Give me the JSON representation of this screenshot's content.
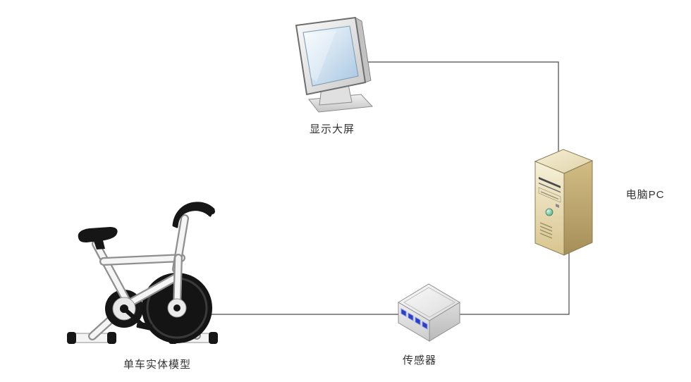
{
  "diagram": {
    "nodes": [
      {
        "id": "monitor",
        "label": "显示大屏"
      },
      {
        "id": "pc",
        "label": "电脑PC"
      },
      {
        "id": "sensor",
        "label": "传感器"
      },
      {
        "id": "bike",
        "label": "单车实体模型"
      }
    ],
    "connections": [
      {
        "from": "monitor",
        "to": "pc"
      },
      {
        "from": "pc",
        "to": "sensor"
      },
      {
        "from": "sensor",
        "to": "bike"
      }
    ]
  },
  "colors": {
    "background": "#ffffff",
    "connector": "#4a4a4a",
    "label_text": "#333333",
    "monitor_screen": "#bdd6ea",
    "pc_front": "#efe3bd",
    "pc_side": "#b89e67",
    "sensor_led": "#2b3fc4",
    "bike_dark": "#161616",
    "bike_frame": "#f5f5f5"
  }
}
